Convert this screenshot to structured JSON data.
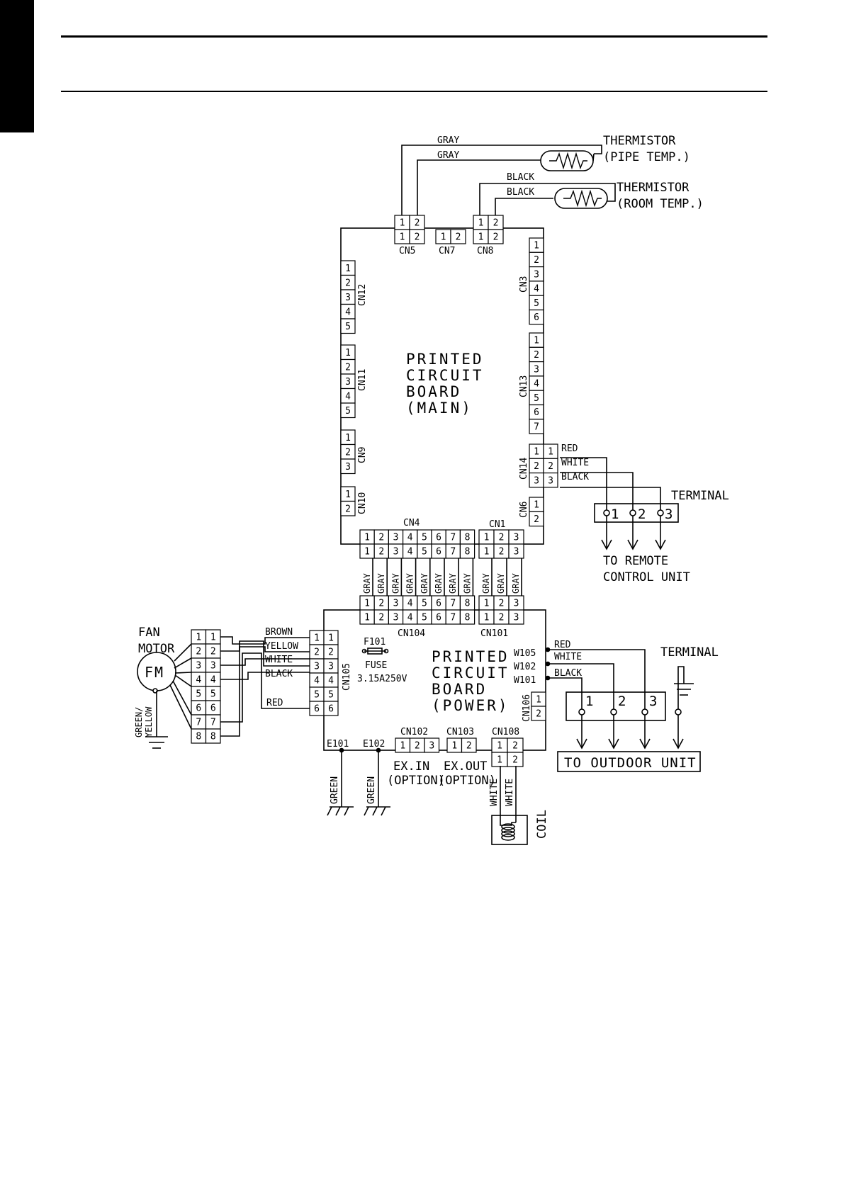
{
  "diagram": {
    "wire_color": "#000000",
    "labels": {
      "gray": "GRAY",
      "black": "BLACK",
      "red": "RED",
      "white": "WHITE",
      "brown": "BROWN",
      "yellow": "YELLOW",
      "green": "GREEN",
      "green_yellow_1": "GREEN/",
      "green_yellow_2": "YELLOW",
      "thermistor": "THERMISTOR",
      "pipe_temp": "(PIPE TEMP.)",
      "room_temp": "(ROOM TEMP.)",
      "terminal": "TERMINAL",
      "to_remote_1": "TO REMOTE",
      "to_remote_2": "CONTROL UNIT",
      "to_outdoor": "TO OUTDOOR UNIT",
      "fan_motor_1": "FAN",
      "fan_motor_2": "MOTOR",
      "fm": "FM",
      "f101": "F101",
      "fuse": "FUSE",
      "fuse_rating": "3.15A250V",
      "e101": "E101",
      "e102": "E102",
      "ex_in": "EX.IN",
      "ex_out": "EX.OUT",
      "option": "(OPTION)",
      "coil": "COIL",
      "w105": "W105",
      "w102": "W102",
      "w101": "W101"
    },
    "main_board": {
      "title": [
        "PRINTED",
        "CIRCUIT",
        "BOARD",
        "(MAIN)"
      ]
    },
    "power_board": {
      "title": [
        "PRINTED",
        "CIRCUIT",
        "BOARD",
        "(POWER)"
      ]
    },
    "connectors": {
      "cn5": "CN5",
      "cn7": "CN7",
      "cn8": "CN8",
      "cn12": "CN12",
      "cn11": "CN11",
      "cn9": "CN9",
      "cn10": "CN10",
      "cn3": "CN3",
      "cn13": "CN13",
      "cn14": "CN14",
      "cn6": "CN6",
      "cn4": "CN4",
      "cn1": "CN1",
      "cn104": "CN104",
      "cn101": "CN101",
      "cn105": "CN105",
      "cn106": "CN106",
      "cn102": "CN102",
      "cn103": "CN103",
      "cn108": "CN108"
    },
    "pin_sets": {
      "p12": [
        "1",
        "2"
      ],
      "p123": [
        "1",
        "2",
        "3"
      ],
      "p1to5": [
        "1",
        "2",
        "3",
        "4",
        "5"
      ],
      "p1to6": [
        "1",
        "2",
        "3",
        "4",
        "5",
        "6"
      ],
      "p1to7": [
        "1",
        "2",
        "3",
        "4",
        "5",
        "6",
        "7"
      ],
      "p1to8": [
        "1",
        "2",
        "3",
        "4",
        "5",
        "6",
        "7",
        "8"
      ]
    }
  }
}
